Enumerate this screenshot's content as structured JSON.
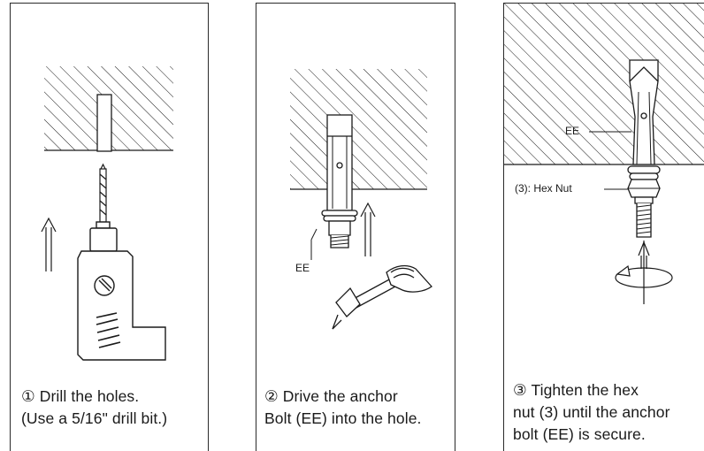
{
  "steps": [
    {
      "number": "①",
      "caption_line1": "Drill the holes.",
      "caption_line2": "(Use a 5/16\" drill bit.)"
    },
    {
      "number": "②",
      "caption_line1": "Drive the anchor",
      "caption_line2": "Bolt (EE) into the hole.",
      "label_bolt": "EE"
    },
    {
      "number": "③",
      "caption_line1": "Tighten the hex",
      "caption_line2": "nut (3) until the anchor",
      "caption_line3": "bolt (EE) is secure.",
      "label_bolt": "EE",
      "label_nut": "(3): Hex Nut"
    }
  ],
  "colors": {
    "line": "#1a1a1a",
    "background": "#ffffff"
  }
}
